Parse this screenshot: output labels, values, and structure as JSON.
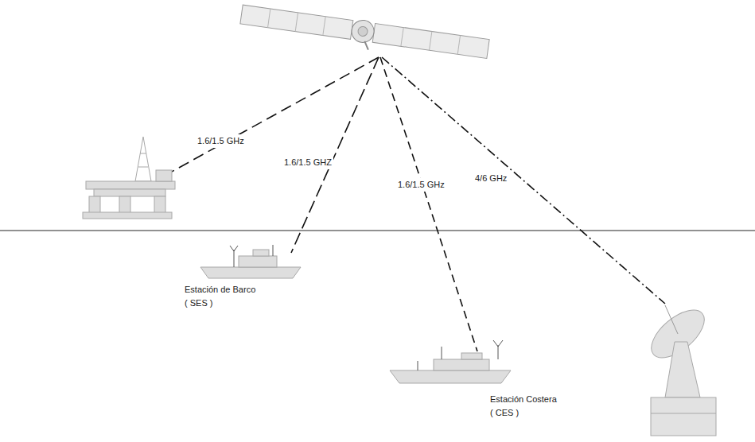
{
  "diagram": {
    "nodes": [
      {
        "text": [
          "Estación de Barco",
          "( SES )"
        ]
      },
      {
        "text": [
          "Estación Costera",
          "( CES )"
        ]
      }
    ],
    "labels": [
      "1.6/1.5 GHz",
      "1.6/1.5 GHZ",
      "1.6/1.5 GHz",
      "4/6 GHz"
    ]
  }
}
